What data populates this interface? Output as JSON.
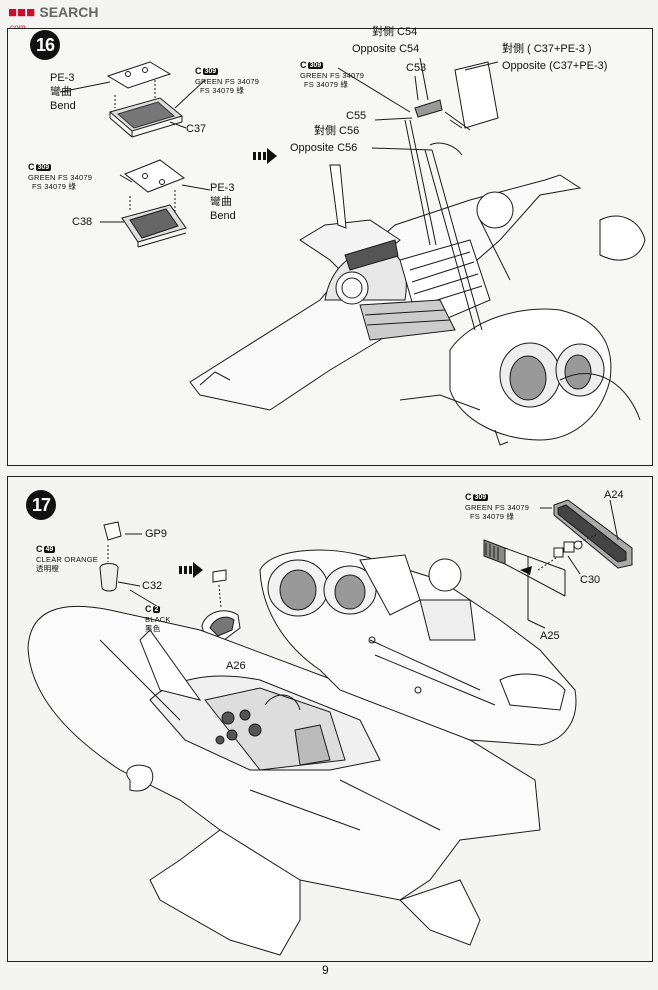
{
  "watermark": {
    "brand": "SEARCH",
    "sub": "com"
  },
  "step16": {
    "number": "16",
    "labels": {
      "pe3_a": "PE-3",
      "bend_zh_a": "彎曲",
      "bend_a": "Bend",
      "c37": "C37",
      "pe3_b": "PE-3",
      "bend_zh_b": "彎曲",
      "bend_b": "Bend",
      "c38": "C38",
      "opp_c54_zh": "對側 C54",
      "opp_c54": "Opposite C54",
      "c53": "C53",
      "opp_c37_zh": "對側 ( C37+PE-3 )",
      "opp_c37": "Opposite (C37+PE-3)",
      "c55": "C55",
      "opp_c56_zh": "對側 C56",
      "opp_c56": "Opposite C56"
    },
    "paints": [
      {
        "code": "C",
        "num": "309",
        "line1": "GREEN FS 34079",
        "line2": "FS 34079 綠"
      },
      {
        "code": "C",
        "num": "309",
        "line1": "GREEN FS 34079",
        "line2": "FS 34079 綠"
      },
      {
        "code": "C",
        "num": "309",
        "line1": "GREEN FS 34079",
        "line2": "FS 34079 綠"
      }
    ]
  },
  "step17": {
    "number": "17",
    "labels": {
      "gp9": "GP9",
      "c32": "C32",
      "a26": "A26",
      "a24": "A24",
      "c30": "C30",
      "a25": "A25"
    },
    "paints": [
      {
        "code": "C",
        "num": "49",
        "line1": "CLEAR ORANGE",
        "line2": "透明橙"
      },
      {
        "code": "C",
        "num": "2",
        "line1": "BLACK",
        "line2": "黑色"
      },
      {
        "code": "C",
        "num": "309",
        "line1": "GREEN FS 34079",
        "line2": "FS 34079 綠"
      }
    ]
  },
  "page_number": "9"
}
